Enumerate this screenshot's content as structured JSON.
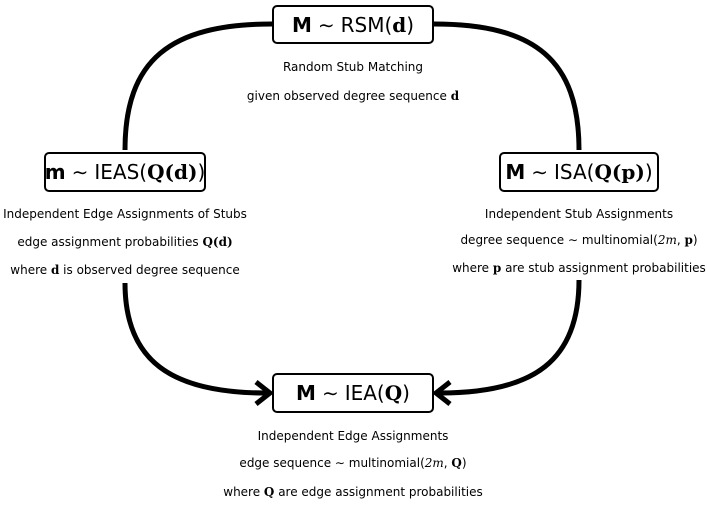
{
  "nodes": {
    "rsm": {
      "var": "M",
      "op": "∼",
      "name": "RSM(",
      "arg": "d",
      "close": ")"
    },
    "ieas": {
      "var": "m",
      "op": "∼",
      "name": "IEAS(",
      "arg": "Q(d)",
      "close": ")"
    },
    "isa": {
      "var": "M",
      "op": "∼",
      "name": "ISA(",
      "arg": "Q(p)",
      "close": ")"
    },
    "iea": {
      "var": "M",
      "op": "∼",
      "name": "IEA(",
      "arg": "Q",
      "close": ")"
    }
  },
  "captions": {
    "rsm": {
      "line1": "Random Stub Matching",
      "line2_pre": "given observed degree sequence ",
      "line2_var": "d"
    },
    "ieas": {
      "line1": "Independent Edge Assignments of Stubs",
      "line2_pre": "edge assignment probabilities ",
      "line2_var": "Q(d)",
      "line3_pre": "where ",
      "line3_var": "d",
      "line3_post": " is observed degree sequence"
    },
    "isa": {
      "line1": "Independent Stub Assignments",
      "line2_pre": "degree sequence ∼ multinomial(",
      "line2_it": "2m",
      "line2_sep": ", ",
      "line2_var": "p",
      "line2_post": ")",
      "line3_pre": "where ",
      "line3_var": "p",
      "line3_post": " are stub assignment probabilities"
    },
    "iea": {
      "line1": "Independent Edge Assignments",
      "line2_pre": "edge sequence ∼ multinomial(",
      "line2_it": "2m",
      "line2_sep": ", ",
      "line2_var": "Q",
      "line2_post": ")",
      "line3_pre": "where ",
      "line3_var": "Q",
      "line3_post": " are edge assignment probabilities"
    }
  }
}
